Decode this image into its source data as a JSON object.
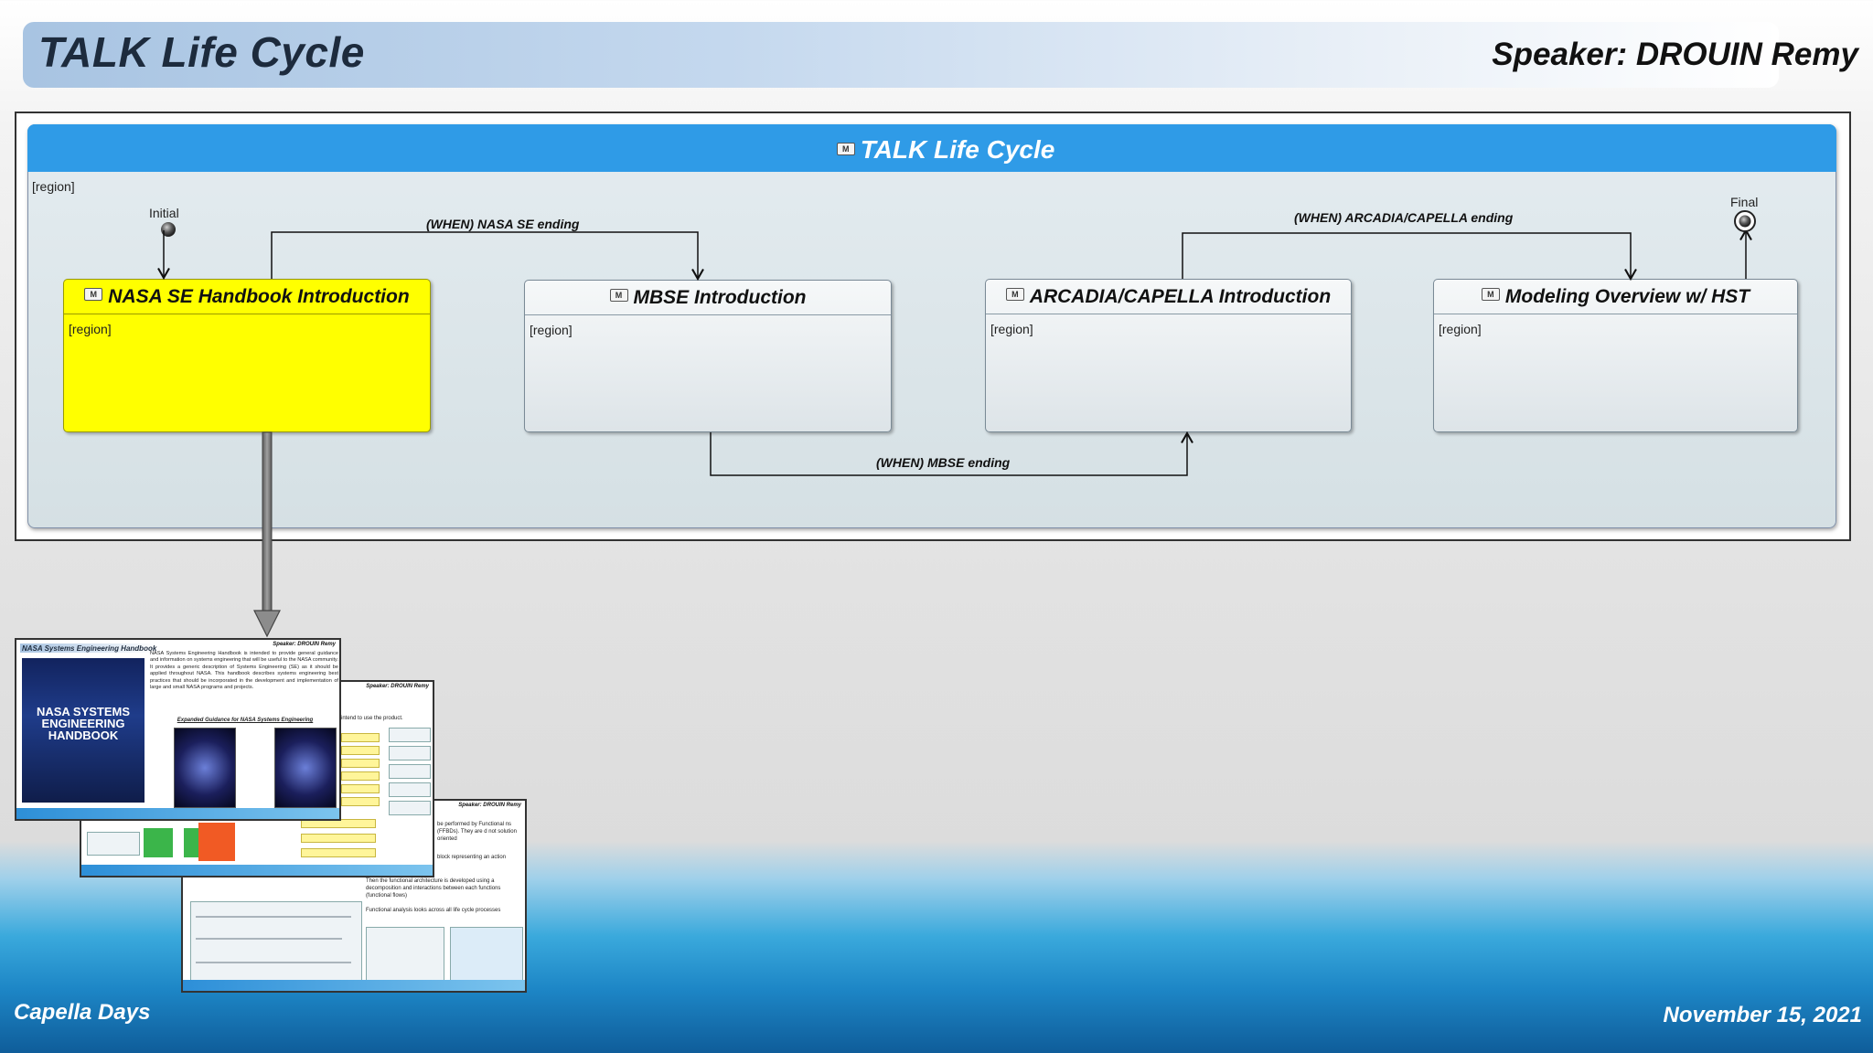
{
  "slide": {
    "title": "TALK Life Cycle",
    "speaker": "Speaker: DROUIN Remy",
    "footer_left": "Capella Days",
    "footer_right": "November 15, 2021"
  },
  "diagram": {
    "machine_title": "TALK Life Cycle",
    "machine_region": "[region]",
    "icon_glyph": "M",
    "pseudostates": {
      "initial": "Initial",
      "final": "Final"
    },
    "states": [
      {
        "title": "NASA SE Handbook Introduction",
        "region": "[region]",
        "active": true
      },
      {
        "title": "MBSE Introduction",
        "region": "[region]",
        "active": false
      },
      {
        "title": "ARCADIA/CAPELLA Introduction",
        "region": "[region]",
        "active": false
      },
      {
        "title": "Modeling Overview w/ HST",
        "region": "[region]",
        "active": false
      }
    ],
    "transitions": [
      {
        "label": "(WHEN) NASA SE ending"
      },
      {
        "label": "(WHEN) MBSE ending"
      },
      {
        "label": "(WHEN) ARCADIA/CAPELLA ending"
      }
    ],
    "colors": {
      "header": "#2f9be7",
      "active_state": "#ffff00"
    }
  },
  "thumbnails": {
    "nasa_title": "NASA Systems Engineering Handbook",
    "speaker": "Speaker: DROUIN Remy",
    "nasa_paragraph": "NASA Systems Engineering Handbook is intended to provide general guidance and information on systems engineering that will be useful to the NASA community. It provides a generic description of Systems Engineering (SE) as it should be applied throughout NASA. This handbook describes systems engineering best practices that should be incorporated in the development and implementation of large and small NASA programs and projects.",
    "nasa_subtitle": "Expanded Guidance for NASA Systems Engineering",
    "cover_text": "NASA SYSTEMS ENGINEERING HANDBOOK",
    "mbse_text": "intend to use the product.",
    "arcadia_text_1": "be performed by Functional ns (FFBDs). They are d not solution oriented",
    "arcadia_text_2": "block representing an action",
    "arcadia_text_3": "Then the functional architecture is developed using a decomposition and interactions between each functions (functional flows)",
    "arcadia_text_4": "Functional analysis looks across all life cycle processes"
  }
}
